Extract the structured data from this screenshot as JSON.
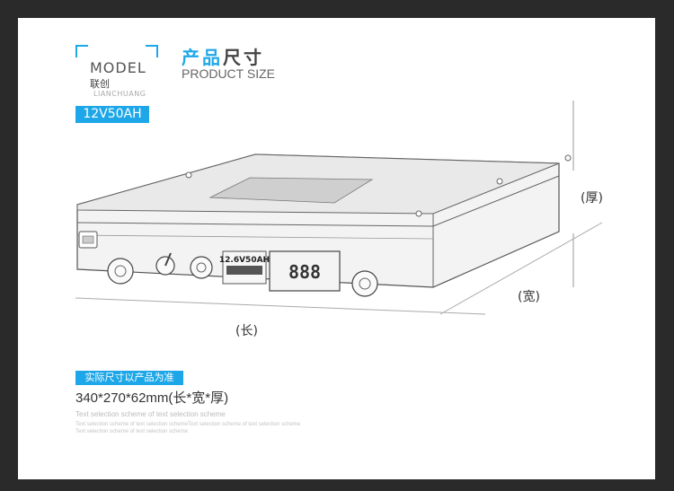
{
  "model": {
    "heading": "MODEL",
    "brand_cn": "联创",
    "brand_en": "LIANCHUANG",
    "badge": "12V50AH"
  },
  "title": {
    "cn_part1": "产品",
    "cn_part2": "尺寸",
    "en": "PRODUCT SIZE"
  },
  "dimensions": {
    "thickness": "(厚)",
    "width": "(宽)",
    "length": "(长)"
  },
  "device": {
    "panel_label": "12.6V50AH",
    "display_digits": "888"
  },
  "note": {
    "badge": "实际尺寸以产品为准",
    "size": "340*270*62mm(长*宽*厚)",
    "sub1": "Text selection scheme of text selection scheme",
    "sub2": "Text selection scheme of text selection schemeText selection scheme of text selection scheme",
    "sub3": "Text selection scheme of text selection scheme"
  },
  "colors": {
    "accent": "#1ea7e8",
    "background": "#2a2a2a",
    "canvas": "#ffffff"
  }
}
